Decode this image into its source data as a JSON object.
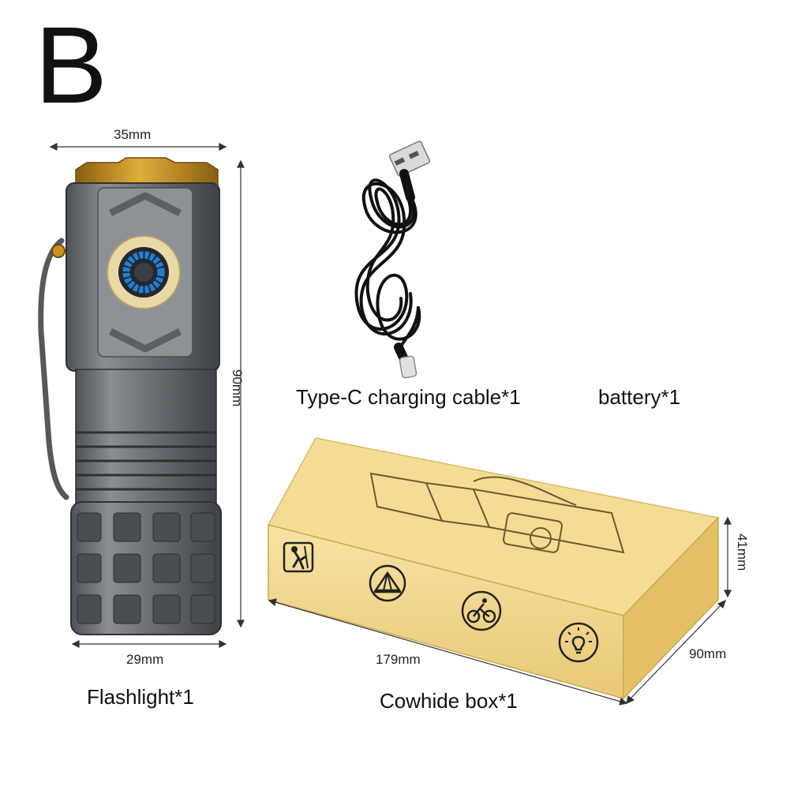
{
  "variant_label": "B",
  "flashlight": {
    "caption": "Flashlight*1",
    "width_top": "35mm",
    "height": "90mm",
    "width_bottom": "29mm"
  },
  "cable": {
    "caption": "Type-C charging cable*1"
  },
  "battery": {
    "caption": "battery*1"
  },
  "box": {
    "caption": "Cowhide box*1",
    "length": "179mm",
    "height": "41mm",
    "width": "90mm",
    "icons": [
      "climbing-icon",
      "camping-tent-icon",
      "cycling-icon",
      "light-bulb-icon"
    ]
  },
  "colors": {
    "body_gray": "#6f7378",
    "head_gold": "#c8921e",
    "button_blue": "#1e7fd6",
    "box_kraft": "#f1d78f"
  }
}
